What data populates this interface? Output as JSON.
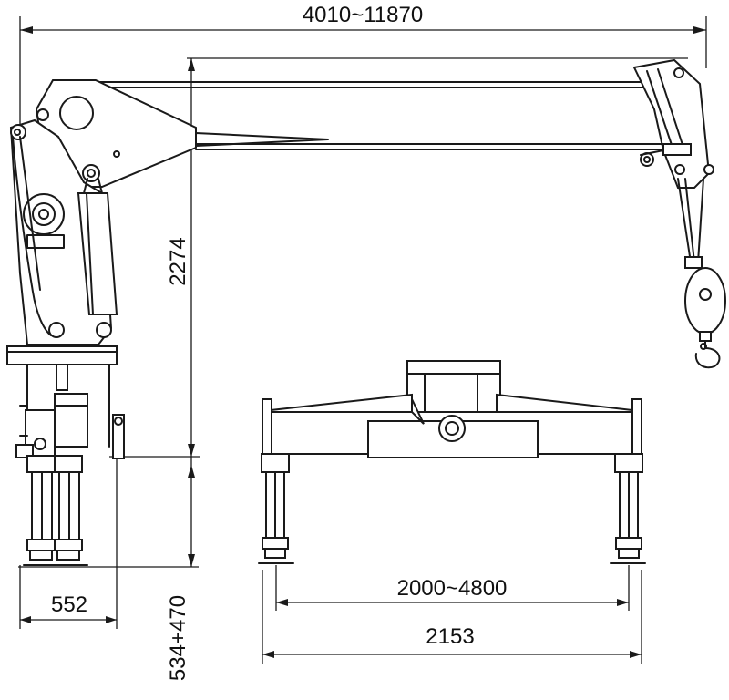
{
  "dimensions": {
    "boom_reach": "4010~11870",
    "crane_height": "2274",
    "base_width": "552",
    "base_height": "534+470",
    "outrigger_span": "2000~4800",
    "outrigger_total": "2153"
  },
  "colors": {
    "line": "#1a1a1a",
    "background": "#ffffff"
  }
}
